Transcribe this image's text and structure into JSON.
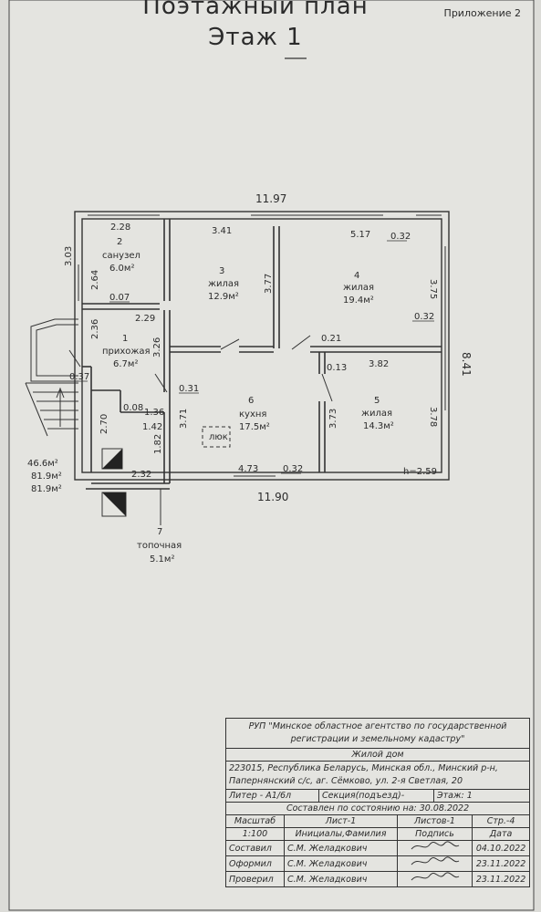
{
  "header": {
    "appendix": "Приложение 2",
    "title": "Поэтажный план",
    "floor": "Этаж 1"
  },
  "plan": {
    "overall_top": "11.97",
    "overall_bottom": "11.90",
    "overall_right": "8.41",
    "height": "h=2.59",
    "rooms": [
      {
        "num": "2",
        "name": "санузел",
        "area": "6.0м²"
      },
      {
        "num": "3",
        "name": "жилая",
        "area": "12.9м²"
      },
      {
        "num": "4",
        "name": "жилая",
        "area": "19.4м²"
      },
      {
        "num": "1",
        "name": "прихожая",
        "area": "6.7м²"
      },
      {
        "num": "6",
        "name": "кухня",
        "area": "17.5м²"
      },
      {
        "num": "5",
        "name": "жилая",
        "area": "14.3м²"
      },
      {
        "num": "7",
        "name": "топочная",
        "area": "5.1м²"
      }
    ],
    "hatch_label": "люк",
    "dims": [
      "2.28",
      "3.41",
      "5.17",
      "0.32",
      "3.03",
      "2.64",
      "0.07",
      "2.29",
      "3.77",
      "3.75",
      "0.32",
      "2.36",
      "3.26",
      "0.21",
      "0.13",
      "3.82",
      "0.37",
      "0.31",
      "0.08",
      "1.36",
      "1.42",
      "2.70",
      "3.71",
      "3.73",
      "3.78",
      "1.82",
      "2.32",
      "4.73",
      "0.32"
    ],
    "side_totals": [
      "46.6м²",
      "81.9м²",
      "81.9м²"
    ]
  },
  "stamp": {
    "org": "РУП \"Минское областное агентство по государственной регистрации и земельному кадастру\"",
    "object": "Жилой дом",
    "address": "223015, Республика Беларусь, Минская обл., Минский р-н, Папернянский с/с, аг. Сёмково, ул. 2-я Светлая, 20",
    "liter": "Литер - А1/6л",
    "section": "Секция(подъезд)-",
    "floor": "Этаж: 1",
    "compiled": "Составлен по состоянию на: 30.08.2022",
    "scale_label": "Масштаб",
    "sheet": "Лист-1",
    "sheets": "Листов-1",
    "page": "Стр.-4",
    "scale": "1:100",
    "initials": "Инициалы,Фамилия",
    "signature": "Подпись",
    "date": "Дата",
    "rows": [
      {
        "role": "Составил",
        "name": "С.М. Желадкович",
        "date": "04.10.2022"
      },
      {
        "role": "Оформил",
        "name": "С.М. Желадкович",
        "date": "23.11.2022"
      },
      {
        "role": "Проверил",
        "name": "С.М. Желадкович",
        "date": "23.11.2022"
      }
    ]
  },
  "colors": {
    "paper": "#e4e4e0",
    "ink": "#2b2b2b"
  }
}
